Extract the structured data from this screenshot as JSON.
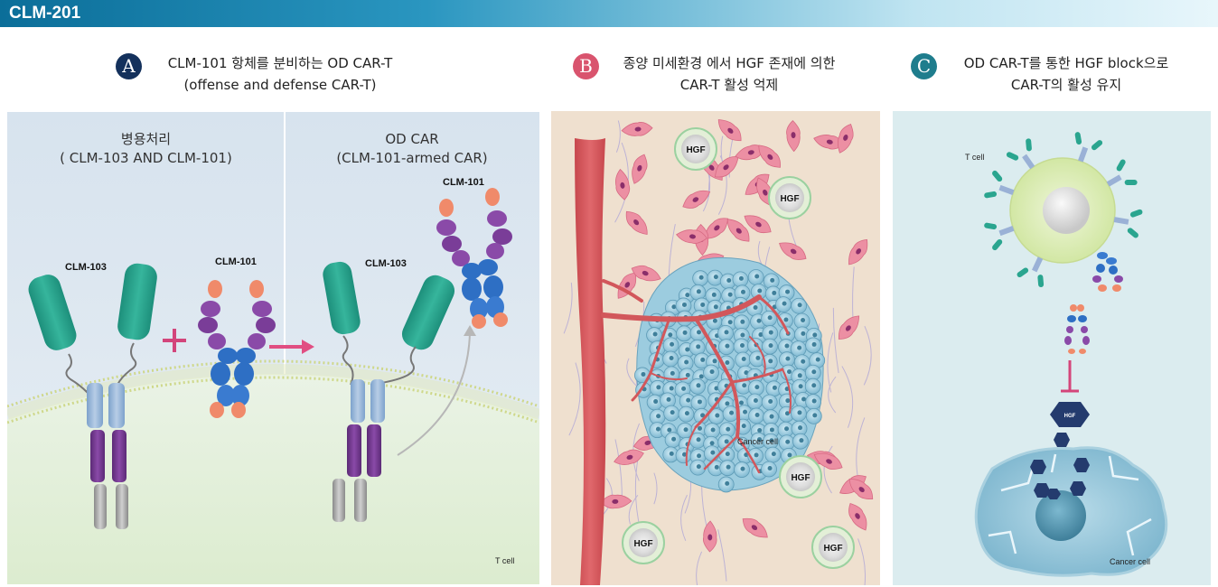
{
  "header": {
    "title": "CLM-201"
  },
  "panels": {
    "a": {
      "badge": "A",
      "title_line1": "CLM-101 항체를 분비하는 OD CAR-T",
      "title_line2": "(offense and defense CAR-T)",
      "left_title_line1": "병용처리",
      "left_title_line2": "( CLM-103 AND CLM-101)",
      "right_title_line1": "OD CAR",
      "right_title_line2": "(CLM-101-armed CAR)",
      "label_clm103": "CLM-103",
      "label_clm101": "CLM-101",
      "label_clm103_right": "CLM-103",
      "label_clm101_right": "CLM-101",
      "plus_sign": "+",
      "tcell_label": "T cell"
    },
    "b": {
      "badge": "B",
      "title_line1": "종양 미세환경 에서 HGF 존재에 의한",
      "title_line2": "CAR-T 활성 억제",
      "hgf_label": "HGF",
      "cancer_cell_label": "Cancer cell"
    },
    "c": {
      "badge": "C",
      "title_line1": "OD CAR-T를 통한 HGF block으로",
      "title_line2": "CAR-T의  활성 유지",
      "tcell_label": "T cell",
      "hgf_label": "HGF",
      "cancer_cell_label": "Cancer cell"
    }
  },
  "colors": {
    "header_dark": "#0b6e99",
    "badge_a": "#14315c",
    "badge_b": "#d9546e",
    "badge_c": "#1f7d8d",
    "receptor_teal": "#2aa58f",
    "antibody_blue": "#2e6fc4",
    "antibody_purple": "#8a4aa8",
    "antibody_orange": "#f08a6a",
    "vessel_red": "#d9575c",
    "tumor_blue": "#8fc7dd",
    "stromal_pink": "#ec8fa3"
  }
}
